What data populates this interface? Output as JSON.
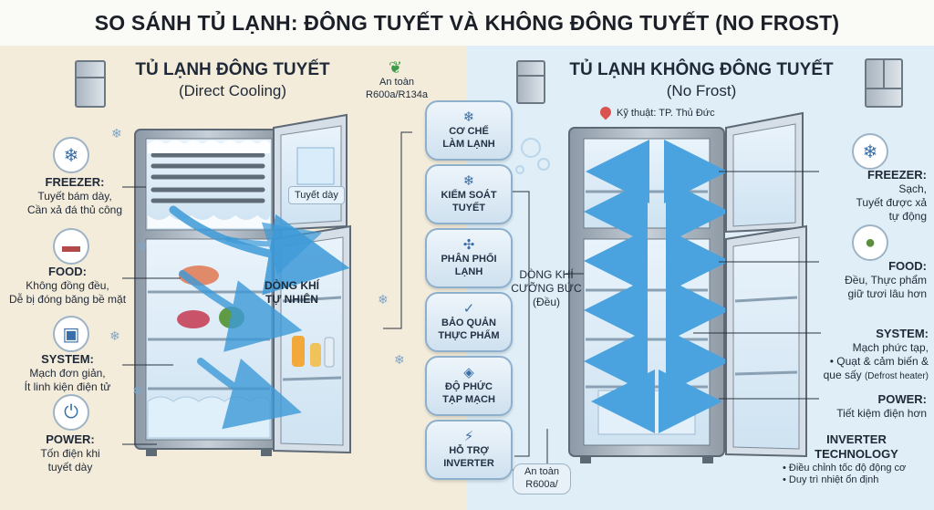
{
  "title": "SO SÁNH TỦ LẠNH: ĐÔNG TUYẾT VÀ KHÔNG ĐÔNG TUYẾT (NO FROST)",
  "left": {
    "heading": "TỦ LẠNH ĐÔNG TUYẾT",
    "subheading": "(Direct Cooling)",
    "safety_badge": [
      "An toàn",
      "R600a/R134a"
    ],
    "frost_label": "Tuyết dày",
    "airflow_label": [
      "DÒNG KHÍ",
      "TỰ NHIÊN"
    ],
    "freezer": {
      "title": "FREEZER:",
      "lines": [
        "Tuyết bám dày,",
        "Cần xả đá thủ công"
      ]
    },
    "food": {
      "title": "FOOD:",
      "lines": [
        "Không đồng đều,",
        "Dễ bị đóng băng bề mặt"
      ]
    },
    "system": {
      "title": "SYSTEM:",
      "lines": [
        "Mạch đơn giản,",
        "Ít linh kiện điện tử"
      ]
    },
    "power": {
      "title": "POWER:",
      "lines": [
        "Tốn điện khi",
        "tuyết dày"
      ]
    }
  },
  "center": {
    "items": [
      {
        "icon": "❄",
        "lines": [
          "CƠ CHẾ",
          "LÀM LẠNH"
        ]
      },
      {
        "icon": "❄",
        "lines": [
          "KIỂM SOÁT",
          "TUYẾT"
        ]
      },
      {
        "icon": "✣",
        "lines": [
          "PHÂN PHỐI",
          "LẠNH"
        ]
      },
      {
        "icon": "✓",
        "lines": [
          "BẢO QUẢN",
          "THỰC PHẨM"
        ]
      },
      {
        "icon": "◈",
        "lines": [
          "ĐỘ PHỨC",
          "TẠP MẠCH"
        ]
      },
      {
        "icon": "⚡",
        "lines": [
          "HỖ TRỢ",
          "INVERTER"
        ]
      }
    ]
  },
  "right": {
    "heading": "TỦ LẠNH KHÔNG ĐÔNG TUYẾT",
    "subheading": "(No Frost)",
    "location": "Kỹ thuật: TP. Thủ Đức",
    "airflow_label": [
      "DÒNG KHÍ",
      "CƯỠNG BỨC",
      "(Đều)"
    ],
    "safety_badge": [
      "An toàn",
      "R600a/"
    ],
    "freezer": {
      "title": "FREEZER:",
      "lines": [
        "Sạch,",
        "Tuyết được xả",
        "tự động"
      ]
    },
    "food": {
      "title": "FOOD:",
      "lines": [
        "Đều, Thực phẩm",
        "giữ tươi lâu hơn"
      ]
    },
    "system": {
      "title": "SYSTEM:",
      "lines": [
        "Mạch phức tạp,",
        "• Quạt & cảm biến &",
        "que sấy"
      ],
      "note": "(Defrost heater)"
    },
    "power": {
      "title": "POWER:",
      "lines": [
        "Tiết kiệm điện hơn"
      ]
    },
    "inverter": {
      "title": [
        "INVERTER",
        "TECHNOLOGY"
      ],
      "lines": [
        "• Điều chỉnh tốc độ động cơ",
        "• Duy trì nhiệt ổn định"
      ]
    }
  },
  "icons": {
    "fridge_left": "fridge-icon",
    "fridge_right": "french-door-fridge-icon",
    "leaf": "leaf-icon",
    "snowflake": "snowflake-icon",
    "meat": "meat-icon",
    "chip": "chip-icon",
    "plug": "plug-icon",
    "apple": "apple-icon",
    "location_pin": "location-pin-icon"
  },
  "colors": {
    "left_bg": "#f3ecdb",
    "right_bg": "#dfeef7",
    "airflow": "#3d9ad8",
    "fridge_body": "#a7b4c0",
    "accent": "#3a6ea8"
  }
}
